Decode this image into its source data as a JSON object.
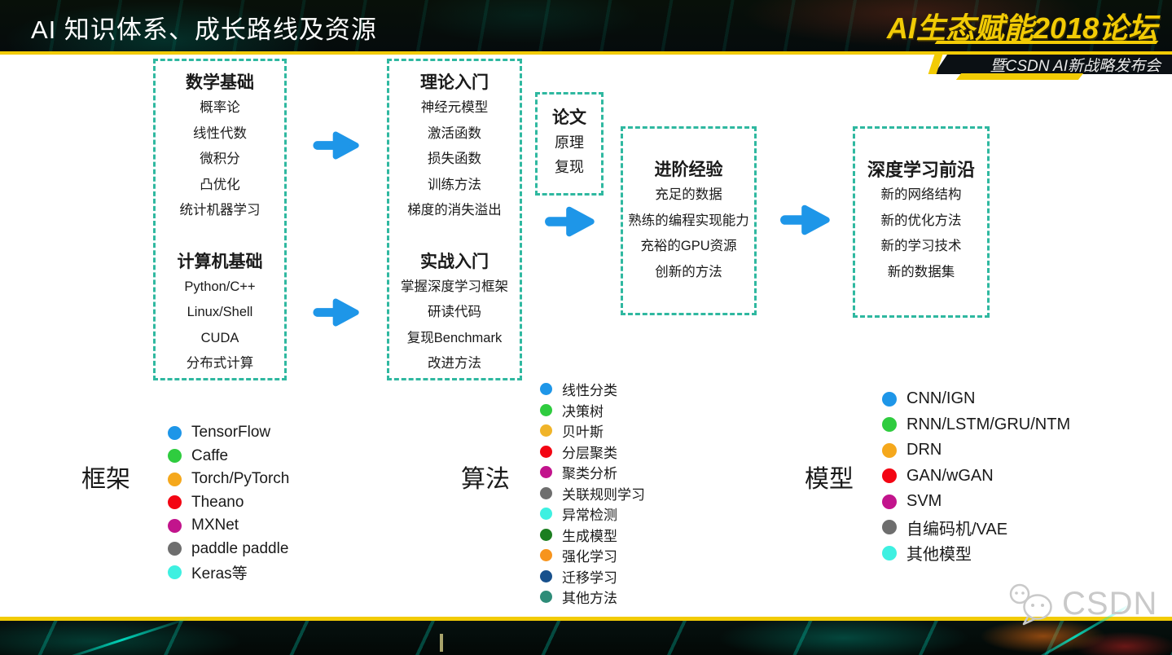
{
  "header": {
    "title": "AI 知识体系、成长路线及资源",
    "banner": {
      "title": "AI生态赋能2018论坛",
      "subtitle": "暨CSDN AI新战略发布会"
    }
  },
  "boxes": [
    {
      "name": "foundation",
      "groups": [
        {
          "title": "数学基础",
          "items": [
            "概率论",
            "线性代数",
            "微积分",
            "凸优化",
            "统计机器学习"
          ]
        },
        {
          "title": "计算机基础",
          "items": [
            "Python/C++",
            "Linux/Shell",
            "CUDA",
            "分布式计算"
          ]
        }
      ]
    },
    {
      "name": "getting-started",
      "groups": [
        {
          "title": "理论入门",
          "items": [
            "神经元模型",
            "激活函数",
            "损失函数",
            "训练方法",
            "梯度的消失溢出"
          ]
        },
        {
          "title": "实战入门",
          "items": [
            "掌握深度学习框架",
            "研读代码",
            "复现Benchmark",
            "改进方法"
          ]
        }
      ]
    },
    {
      "name": "paper",
      "groups": [
        {
          "title": "论文",
          "items": [
            "原理",
            "复现"
          ]
        }
      ]
    },
    {
      "name": "advanced",
      "groups": [
        {
          "title": "进阶经验",
          "items": [
            "充足的数据",
            "熟练的编程实现能力",
            "充裕的GPU资源",
            "创新的方法"
          ]
        }
      ]
    },
    {
      "name": "frontier",
      "groups": [
        {
          "title": "深度学习前沿",
          "items": [
            "新的网络结构",
            "新的优化方法",
            "新的学习技术",
            "新的数据集"
          ]
        }
      ]
    }
  ],
  "legends": [
    {
      "label": "框架",
      "items": [
        {
          "text": "TensorFlow",
          "color": "#1E96E8"
        },
        {
          "text": "Caffe",
          "color": "#2FCC3F"
        },
        {
          "text": "Torch/PyTorch",
          "color": "#F5A81C"
        },
        {
          "text": "Theano",
          "color": "#F30513"
        },
        {
          "text": "MXNet",
          "color": "#C2148C"
        },
        {
          "text": "paddle paddle",
          "color": "#6E6E6E"
        },
        {
          "text": "Keras等",
          "color": "#3EF0E1"
        }
      ]
    },
    {
      "label": "算法",
      "items": [
        {
          "text": "线性分类",
          "color": "#1E96E8"
        },
        {
          "text": "决策树",
          "color": "#2FCC3F"
        },
        {
          "text": "贝叶斯",
          "color": "#F0B429"
        },
        {
          "text": "分层聚类",
          "color": "#F30513"
        },
        {
          "text": "聚类分析",
          "color": "#C2148C"
        },
        {
          "text": "关联规则学习",
          "color": "#6E6E6E"
        },
        {
          "text": "异常检测",
          "color": "#3EF0E1"
        },
        {
          "text": "生成模型",
          "color": "#1B7E20"
        },
        {
          "text": "强化学习",
          "color": "#F7941D"
        },
        {
          "text": "迁移学习",
          "color": "#17508C"
        },
        {
          "text": "其他方法",
          "color": "#2E8C78"
        }
      ]
    },
    {
      "label": "模型",
      "items": [
        {
          "text": "CNN/IGN",
          "color": "#1E96E8"
        },
        {
          "text": "RNN/LSTM/GRU/NTM",
          "color": "#2FCC3F"
        },
        {
          "text": "DRN",
          "color": "#F5A81C"
        },
        {
          "text": "GAN/wGAN",
          "color": "#F30513"
        },
        {
          "text": "SVM",
          "color": "#C2148C"
        },
        {
          "text": "自编码机/VAE",
          "color": "#6E6E6E"
        },
        {
          "text": "其他模型",
          "color": "#3EF0E1"
        }
      ]
    }
  ],
  "watermark": {
    "text": "CSDN"
  },
  "colors": {
    "accent_yellow": "#F2CB05",
    "teal_border": "#2FB8A0",
    "arrow_blue": "#1E96E8",
    "text_dark": "#1A1A1A"
  }
}
